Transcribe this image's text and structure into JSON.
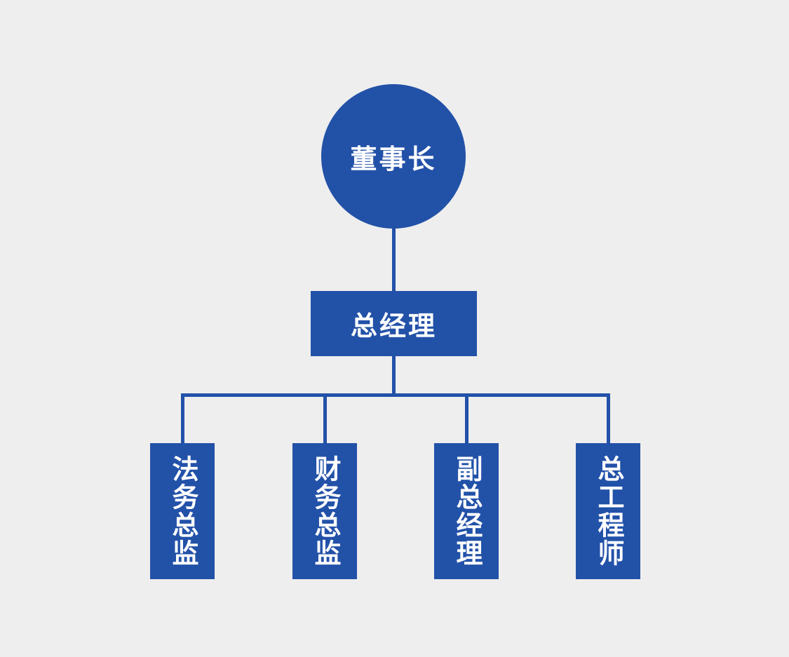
{
  "org": {
    "root": {
      "label": "董事长"
    },
    "manager": {
      "label": "总经理"
    },
    "children": [
      {
        "label": "法务总监"
      },
      {
        "label": "财务总监"
      },
      {
        "label": "副总经理"
      },
      {
        "label": "总工程师"
      }
    ]
  },
  "colors": {
    "node_fill": "#2251A8",
    "connector": "#2251A8",
    "background": "#EEEEEE",
    "text": "#FFFFFF"
  }
}
